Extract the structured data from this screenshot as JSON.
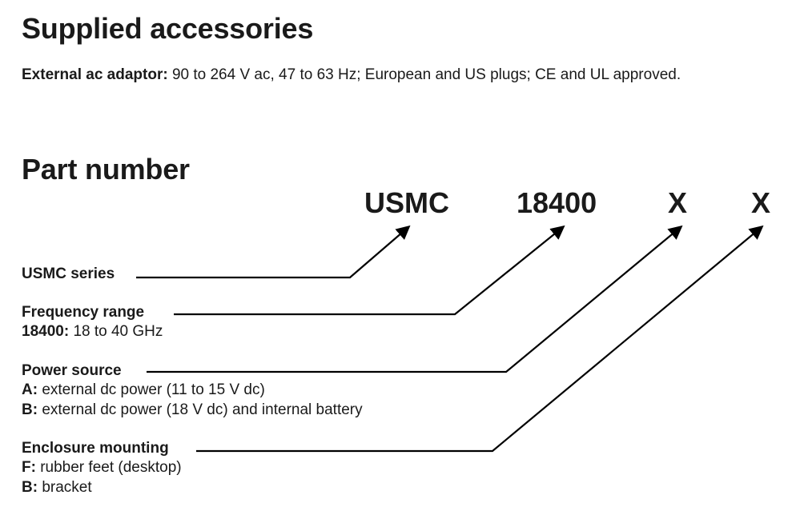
{
  "accessories": {
    "title": "Supplied accessories",
    "adaptor_label": "External ac adaptor:",
    "adaptor_text": " 90 to 264 V ac, 47 to 63 Hz; European and US plugs; CE and UL approved."
  },
  "part_number": {
    "title": "Part number",
    "codes": [
      "USMC",
      "18400",
      "X",
      "X"
    ],
    "series": {
      "title": "USMC series"
    },
    "frequency": {
      "title": "Frequency range",
      "options": [
        {
          "key": "18400:",
          "text": " 18 to 40 GHz"
        }
      ]
    },
    "power": {
      "title": "Power source",
      "options": [
        {
          "key": "A:",
          "text": " external dc power (11 to 15 V dc)"
        },
        {
          "key": "B:",
          "text": " external dc power (18 V dc) and internal battery"
        }
      ]
    },
    "enclosure": {
      "title": "Enclosure mounting",
      "options": [
        {
          "key": "F:",
          "text": " rubber feet (desktop)"
        },
        {
          "key": "B:",
          "text": " bracket"
        }
      ]
    }
  }
}
